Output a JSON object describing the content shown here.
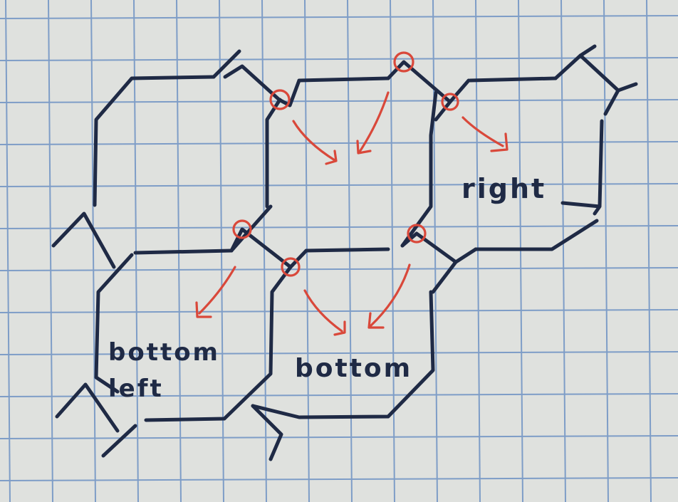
{
  "labels": {
    "right": "right",
    "bottom": "bottom",
    "bottom_left_line1": "bottom",
    "bottom_left_line2": "left"
  },
  "colors": {
    "paper": "#dfe1de",
    "grid": "#7e9dc7",
    "ink": "#1f2a45",
    "markup": "#d9483a"
  }
}
